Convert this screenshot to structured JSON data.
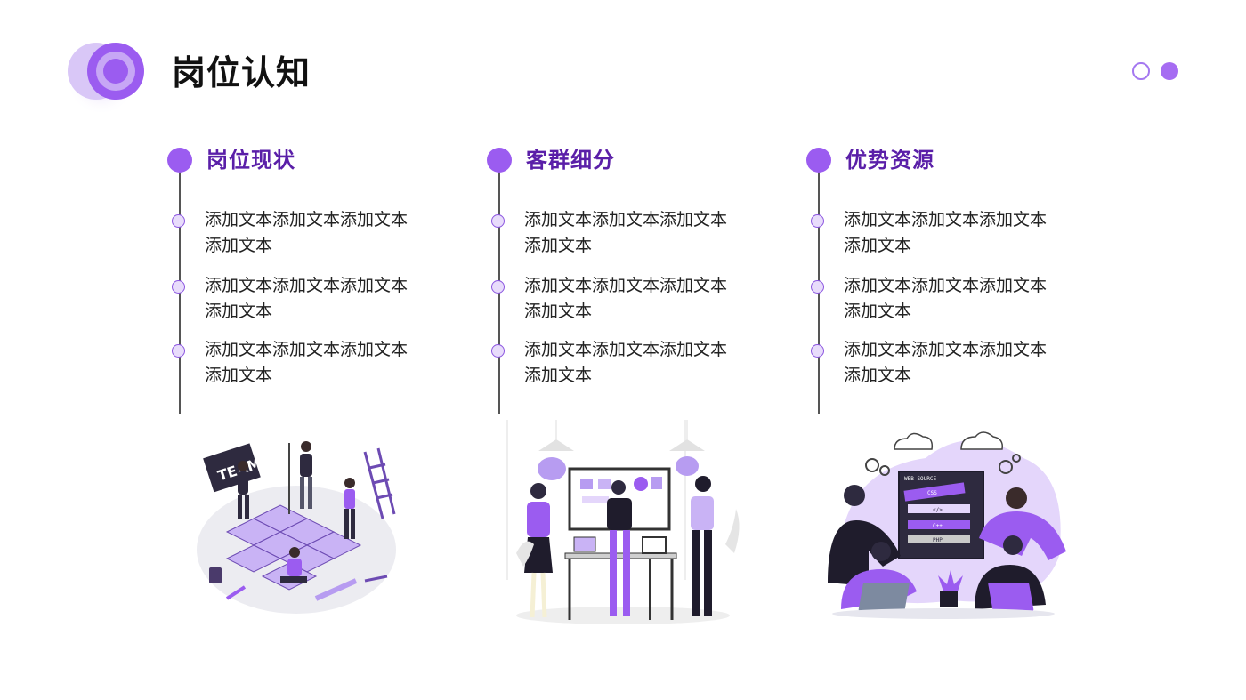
{
  "page": {
    "title": "岗位认知",
    "accent_color": "#9b5cf0",
    "title_color": "#5a1fa8"
  },
  "columns": [
    {
      "title": "岗位现状",
      "items": [
        "添加文本添加文本添加文本添加文本",
        "添加文本添加文本添加文本添加文本",
        "添加文本添加文本添加文本添加文本"
      ],
      "illustration": "team-puzzle-illustration"
    },
    {
      "title": "客群细分",
      "items": [
        "添加文本添加文本添加文本添加文本",
        "添加文本添加文本添加文本添加文本",
        "添加文本添加文本添加文本添加文本"
      ],
      "illustration": "office-whiteboard-illustration"
    },
    {
      "title": "优势资源",
      "items": [
        "添加文本添加文本添加文本添加文本",
        "添加文本添加文本添加文本添加文本",
        "添加文本添加文本添加文本添加文本"
      ],
      "illustration": "web-coding-team-illustration",
      "illustration_text": {
        "window": "WEB SOURCE",
        "bar1": "CSS",
        "bar2": "</>",
        "bar3": "C++",
        "bar4": "PHP"
      }
    }
  ],
  "illustration_text": {
    "team_sign": "TEAM"
  }
}
